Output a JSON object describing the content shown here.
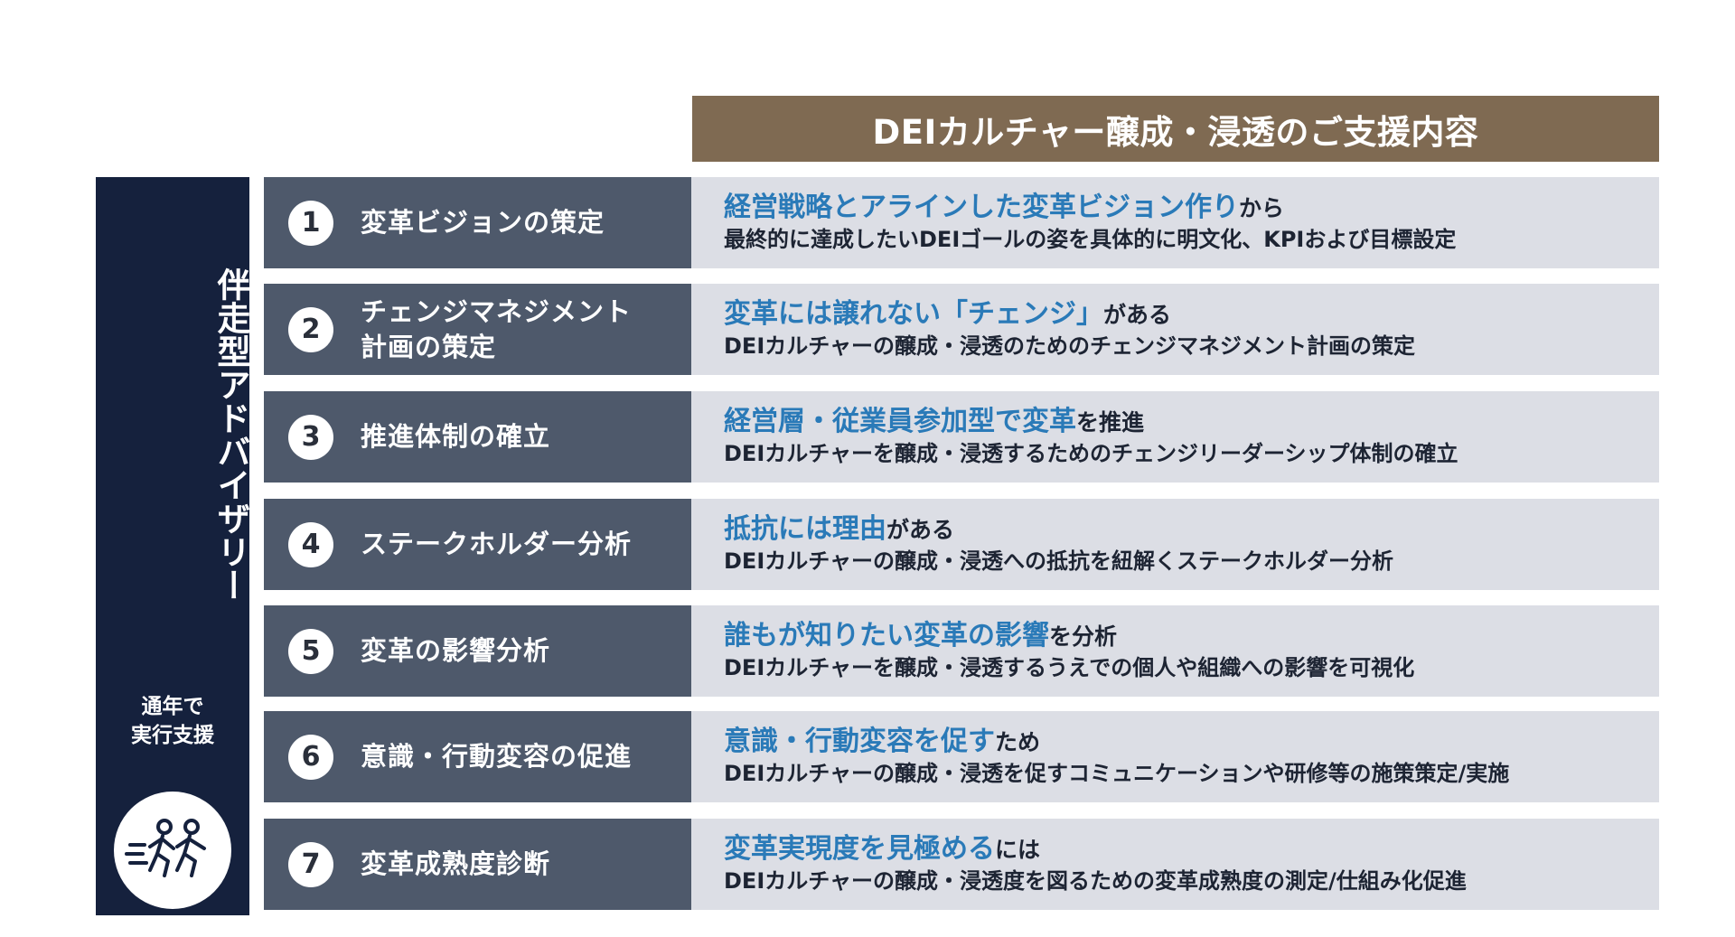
{
  "header": {
    "title": "DEIカルチャー醸成・浸透のご支援内容"
  },
  "side": {
    "title": "伴走型アドバイザリー",
    "sub_line1": "通年で",
    "sub_line2": "実行支援",
    "icon": "runners-icon"
  },
  "steps": [
    {
      "num": "1",
      "title_lines": [
        "変革ビジョンの策定",
        ""
      ],
      "highlight": "経営戦略とアラインした変革ビジョン作り",
      "tail": "から",
      "desc": "最終的に達成したいDEIゴールの姿を具体的に明文化、KPIおよび目標設定"
    },
    {
      "num": "2",
      "title_lines": [
        "チェンジマネジメント",
        "計画の策定"
      ],
      "highlight": "変革には譲れない「チェンジ」",
      "tail": "がある",
      "desc": "DEIカルチャーの醸成・浸透のためのチェンジマネジメント計画の策定"
    },
    {
      "num": "3",
      "title_lines": [
        "推進体制の確立",
        ""
      ],
      "highlight": "経営層・従業員参加型で変革",
      "tail": "を推進",
      "desc": "DEIカルチャーを醸成・浸透するためのチェンジリーダーシップ体制の確立"
    },
    {
      "num": "4",
      "title_lines": [
        "ステークホルダー分析",
        ""
      ],
      "highlight": "抵抗には理由",
      "tail": "がある",
      "desc": "DEIカルチャーの醸成・浸透への抵抗を紐解くステークホルダー分析"
    },
    {
      "num": "5",
      "title_lines": [
        "変革の影響分析",
        ""
      ],
      "highlight": "誰もが知りたい変革の影響",
      "tail": "を分析",
      "desc": "DEIカルチャーを醸成・浸透するうえでの個人や組織への影響を可視化"
    },
    {
      "num": "6",
      "title_lines": [
        "意識・行動変容の促進",
        ""
      ],
      "highlight": "意識・行動変容を促す",
      "tail": "ため",
      "desc": "DEIカルチャーの醸成・浸透を促すコミュニケーションや研修等の施策策定/実施"
    },
    {
      "num": "7",
      "title_lines": [
        "変革成熟度診断",
        ""
      ],
      "highlight": "変革実現度を見極める",
      "tail": "には",
      "desc": "DEIカルチャーの醸成・浸透度を図るための変革成熟度の測定/仕組み化促進"
    }
  ],
  "colors": {
    "header_bg": "#7f6a52",
    "side_bg": "#15213d",
    "step_bg": "#4e596b",
    "desc_bg": "#dcdee5",
    "highlight": "#2a7ab8"
  }
}
